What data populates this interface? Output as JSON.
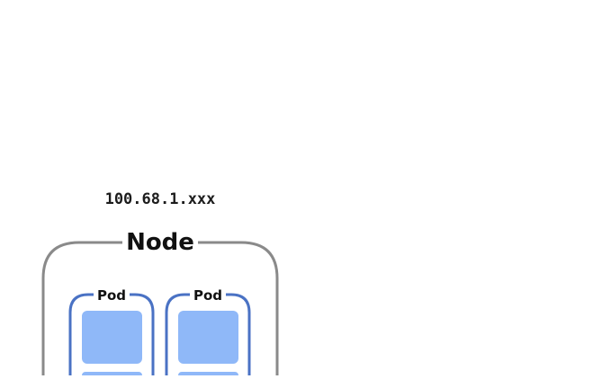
{
  "node": {
    "ip": "100.68.1.xxx",
    "title": "Node",
    "border_color": "#8a8a8a"
  },
  "pods": [
    {
      "title": "Pod",
      "border_color": "#4a72c4",
      "container_color": "#8fb8f8"
    },
    {
      "title": "Pod",
      "border_color": "#4a72c4",
      "container_color": "#8fb8f8"
    }
  ]
}
